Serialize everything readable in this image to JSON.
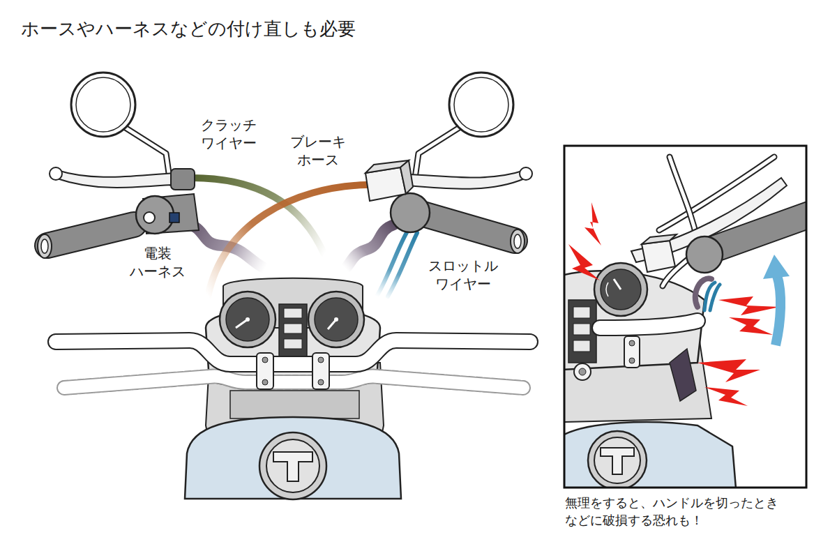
{
  "diagram": {
    "title": "ホースやハーネスなどの付け直しも必要",
    "caption": "無理をすると、ハンドルを切ったときなどに破損する恐れも！",
    "labels": [
      "クラッチ ワイヤー",
      "ブレーキ ホース",
      "電装 ハーネス",
      "スロットル ワイヤー"
    ]
  }
}
